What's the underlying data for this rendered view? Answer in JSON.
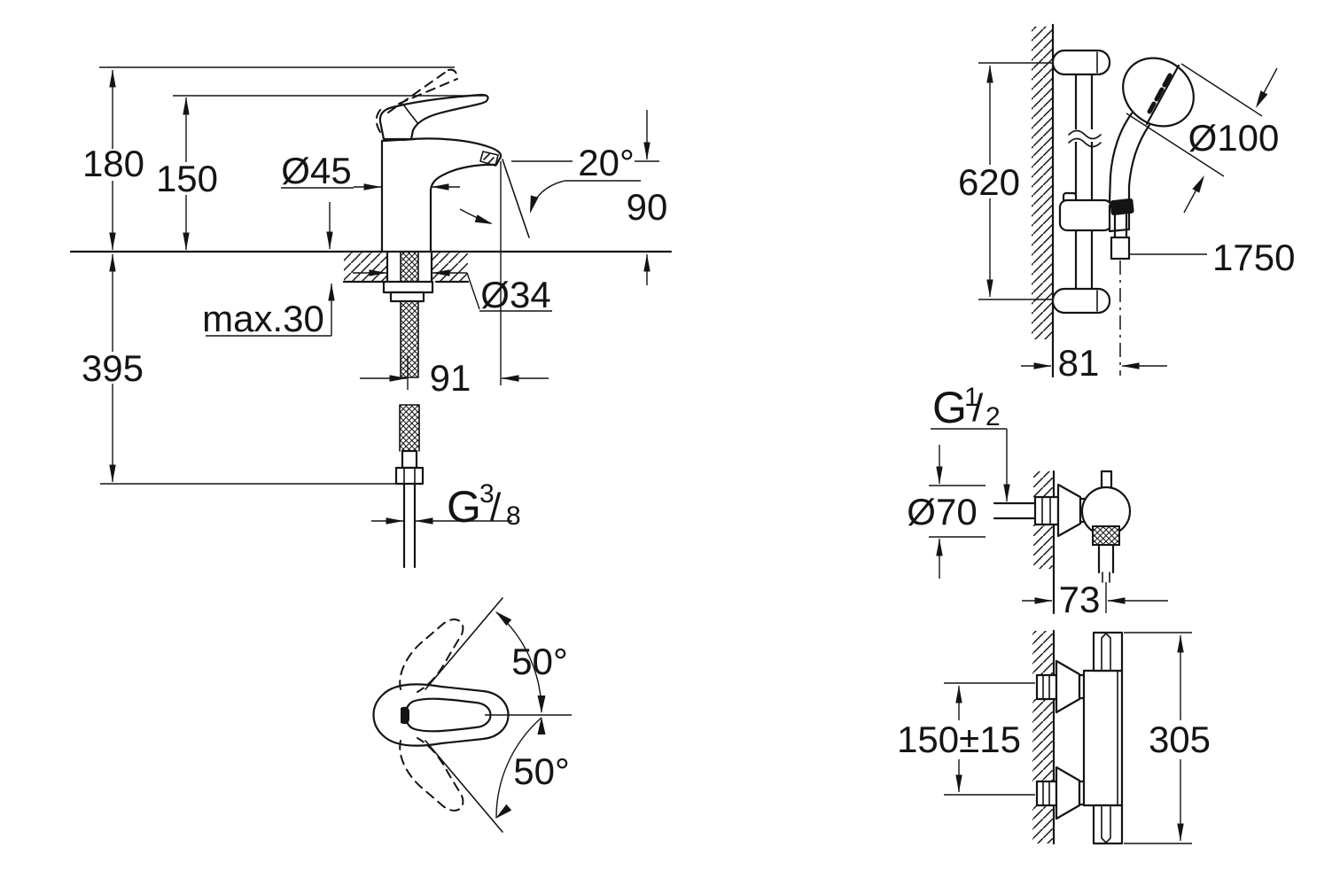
{
  "drawing": {
    "basin_mixer": {
      "dim_total_height": "180",
      "dim_handle_height": "150",
      "dim_body_diameter": "Ø45",
      "dim_spout_angle": "20°",
      "dim_spout_height": "90",
      "dim_shank_diameter": "Ø34",
      "dim_max_deck_thickness": "max.30",
      "dim_hose_drop": "395",
      "dim_spout_reach": "91",
      "thread_letter": "G",
      "thread_numerator": "3",
      "thread_slash": "/",
      "thread_denominator": "8"
    },
    "handle_top_view": {
      "dim_swivel_up": "50°",
      "dim_swivel_down": "50°"
    },
    "shower_rail": {
      "dim_rail_height": "620",
      "dim_head_diameter": "Ø100",
      "dim_hose_length": "1750",
      "dim_wall_offset": "81"
    },
    "valve_side_view": {
      "thread_letter": "G",
      "thread_numerator": "1",
      "thread_slash": "/",
      "thread_denominator": "2",
      "dim_escutcheon_diameter": "Ø70",
      "dim_depth": "73"
    },
    "thermostat_front_view": {
      "dim_connection_spacing": "150±15",
      "dim_height": "305"
    }
  },
  "colors": {
    "line": "#141414",
    "background": "#ffffff"
  }
}
